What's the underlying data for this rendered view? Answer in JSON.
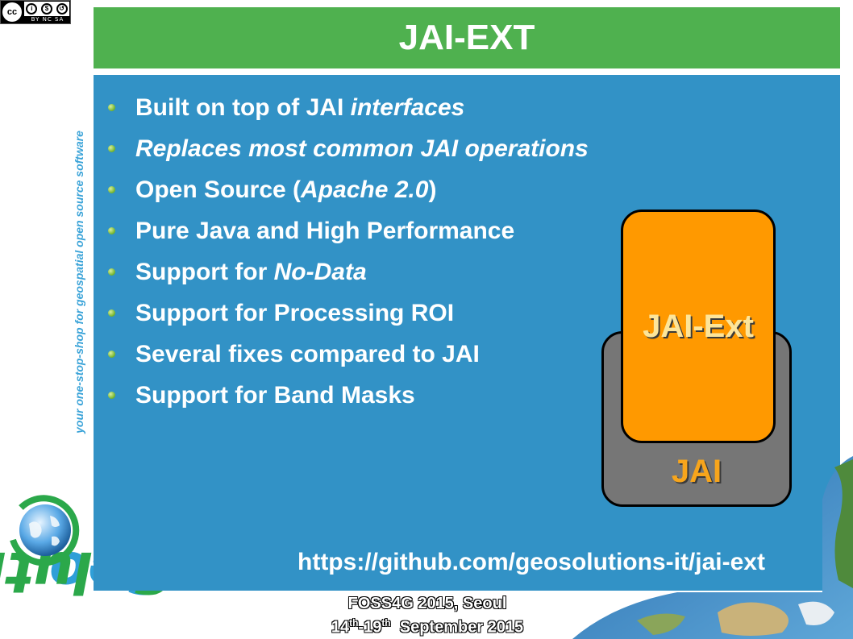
{
  "slide": {
    "title": "JAI-EXT",
    "bullets": [
      {
        "parts": [
          {
            "text": "Built on top of JAI ",
            "italic": false
          },
          {
            "text": "interfaces",
            "italic": true
          }
        ]
      },
      {
        "parts": [
          {
            "text": "Replaces most common JAI operations",
            "italic": true
          }
        ]
      },
      {
        "parts": [
          {
            "text": "Open Source (",
            "italic": false
          },
          {
            "text": "Apache 2.0",
            "italic": true
          },
          {
            "text": ")",
            "italic": false
          }
        ]
      },
      {
        "parts": [
          {
            "text": "Pure Java and High Performance",
            "italic": false
          }
        ]
      },
      {
        "parts": [
          {
            "text": "Support for ",
            "italic": false
          },
          {
            "text": "No-Data",
            "italic": true
          }
        ]
      },
      {
        "parts": [
          {
            "text": "Support for Processing ROI",
            "italic": false
          }
        ]
      },
      {
        "parts": [
          {
            "text": "Several fixes compared to JAI",
            "italic": false
          }
        ]
      },
      {
        "parts": [
          {
            "text": "Support for Band Masks",
            "italic": false
          }
        ]
      }
    ],
    "url": "https://github.com/geosolutions-it/jai-ext",
    "diagram": {
      "outer_label": "JAI",
      "inner_label": "JAI-Ext",
      "outer_color": "#767676",
      "inner_color": "#ff9900"
    }
  },
  "logo": {
    "word_prefix": "Geo",
    "word_suffix": "Solutions",
    "tagline": "your one-stop-shop for geospatial open source software"
  },
  "license_badge": {
    "text": "BY NC SA",
    "icons": [
      "cc-icon",
      "by-icon",
      "nc-icon",
      "sa-icon"
    ]
  },
  "footer": {
    "line1": "FOSS4G 2015, Seoul",
    "date_start": "14",
    "date_start_sup": "th",
    "date_sep": "-19",
    "date_end_sup": "th",
    "date_rest": "  September 2015"
  },
  "colors": {
    "title_bar": "#4fb14f",
    "content_bg": "#3292c6",
    "bullet_dot": "#6fb127"
  }
}
